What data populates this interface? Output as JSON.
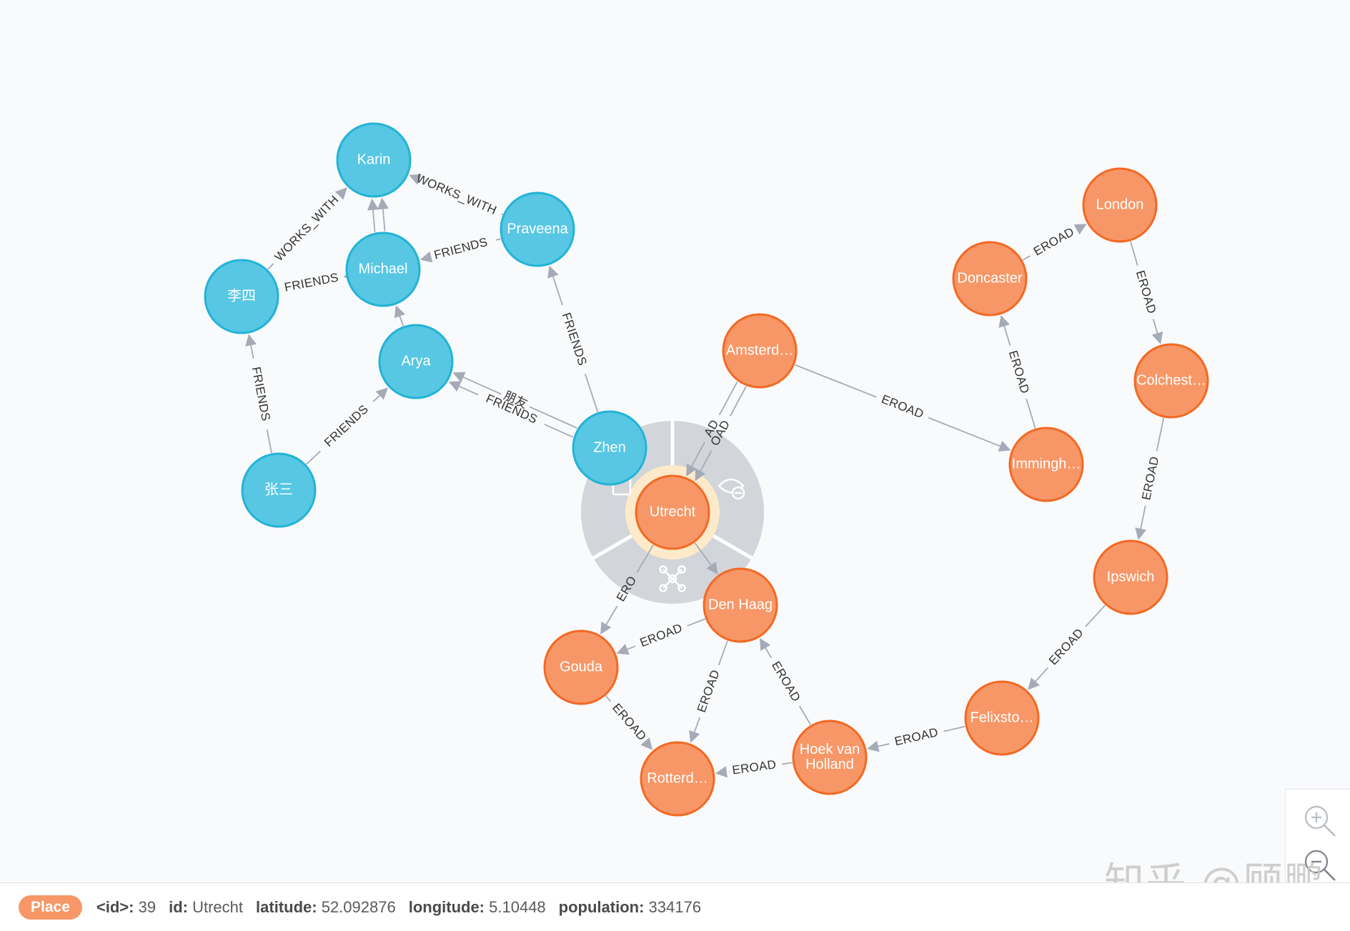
{
  "nodes": [
    {
      "id": "karin",
      "label": "Karin",
      "group": "person"
    },
    {
      "id": "praveena",
      "label": "Praveena",
      "group": "person"
    },
    {
      "id": "michael",
      "label": "Michael",
      "group": "person"
    },
    {
      "id": "lisi",
      "label": "李四",
      "group": "person"
    },
    {
      "id": "arya",
      "label": "Arya",
      "group": "person"
    },
    {
      "id": "zhangsan",
      "label": "张三",
      "group": "person"
    },
    {
      "id": "zhen",
      "label": "Zhen",
      "group": "person"
    },
    {
      "id": "london",
      "label": "London",
      "group": "place"
    },
    {
      "id": "doncaster",
      "label": "Doncaster",
      "group": "place"
    },
    {
      "id": "amsterdam",
      "label": "Amsterd…",
      "group": "place"
    },
    {
      "id": "colchester",
      "label": "Colchest…",
      "group": "place"
    },
    {
      "id": "immingham",
      "label": "Immingh…",
      "group": "place"
    },
    {
      "id": "utrecht",
      "label": "Utrecht",
      "group": "place",
      "selected": true
    },
    {
      "id": "ipswich",
      "label": "Ipswich",
      "group": "place"
    },
    {
      "id": "denhaag",
      "label": "Den Haag",
      "group": "place"
    },
    {
      "id": "gouda",
      "label": "Gouda",
      "group": "place"
    },
    {
      "id": "felixstowe",
      "label": "Felixsto…",
      "group": "place"
    },
    {
      "id": "hoek",
      "label": [
        "Hoek van",
        "Holland"
      ],
      "group": "place"
    },
    {
      "id": "rotterdam",
      "label": "Rotterd…",
      "group": "place"
    }
  ],
  "edges": [
    {
      "from": "lisi",
      "to": "karin",
      "label": "WORKS_WITH"
    },
    {
      "from": "praveena",
      "to": "karin",
      "label": "WORKS_WITH"
    },
    {
      "from": "michael",
      "to": "karin",
      "label": ""
    },
    {
      "from": "michael",
      "to": "karin",
      "label": ""
    },
    {
      "from": "praveena",
      "to": "michael",
      "label": "FRIENDS"
    },
    {
      "from": "lisi",
      "to": "michael",
      "label": "FRIENDS"
    },
    {
      "from": "zhangsan",
      "to": "lisi",
      "label": "FRIENDS"
    },
    {
      "from": "zhangsan",
      "to": "arya",
      "label": "FRIENDS"
    },
    {
      "from": "arya",
      "to": "michael",
      "label": ""
    },
    {
      "from": "zhen",
      "to": "arya",
      "label": "FRIENDS"
    },
    {
      "from": "zhen",
      "to": "arya",
      "label": "朋友"
    },
    {
      "from": "zhen",
      "to": "praveena",
      "label": "FRIENDS"
    },
    {
      "from": "doncaster",
      "to": "london",
      "label": "EROAD"
    },
    {
      "from": "london",
      "to": "colchester",
      "label": "EROAD"
    },
    {
      "from": "immingham",
      "to": "doncaster",
      "label": "EROAD"
    },
    {
      "from": "amsterdam",
      "to": "immingham",
      "label": "EROAD"
    },
    {
      "from": "colchester",
      "to": "ipswich",
      "label": "EROAD"
    },
    {
      "from": "ipswich",
      "to": "felixstowe",
      "label": "EROAD"
    },
    {
      "from": "felixstowe",
      "to": "hoek",
      "label": "EROAD"
    },
    {
      "from": "hoek",
      "to": "rotterdam",
      "label": "EROAD"
    },
    {
      "from": "hoek",
      "to": "denhaag",
      "label": "EROAD"
    },
    {
      "from": "denhaag",
      "to": "rotterdam",
      "label": "EROAD"
    },
    {
      "from": "denhaag",
      "to": "gouda",
      "label": "EROAD"
    },
    {
      "from": "gouda",
      "to": "rotterdam",
      "label": "EROAD"
    },
    {
      "from": "amsterdam",
      "to": "utrecht",
      "label": "OAD"
    },
    {
      "from": "amsterdam",
      "to": "utrecht",
      "label": "AD"
    },
    {
      "from": "utrecht",
      "to": "gouda",
      "label": "ERO"
    },
    {
      "from": "utrecht",
      "to": "denhaag",
      "label": ""
    }
  ],
  "colors": {
    "person_fill": "#57c7e3",
    "person_stroke": "#23b3d7",
    "place_fill": "#f79767",
    "place_stroke": "#f36924",
    "edge": "#a5abb6",
    "ring_menu": "#d2d5da",
    "selection_halo": "#fdeaca"
  },
  "ring_menu": {
    "icons": [
      "lock-icon",
      "eye-hide-icon",
      "expand-graph-icon"
    ]
  },
  "zoom": {
    "in_icon": "zoom-in-icon",
    "out_icon": "zoom-out-icon"
  },
  "watermark": "知乎 @顾鹏",
  "status": {
    "badge": "Place",
    "props": [
      {
        "key": "<id>:",
        "value": "39"
      },
      {
        "key": "id:",
        "value": "Utrecht"
      },
      {
        "key": "latitude:",
        "value": "52.092876"
      },
      {
        "key": "longitude:",
        "value": "5.10448"
      },
      {
        "key": "population:",
        "value": "334176"
      }
    ]
  }
}
